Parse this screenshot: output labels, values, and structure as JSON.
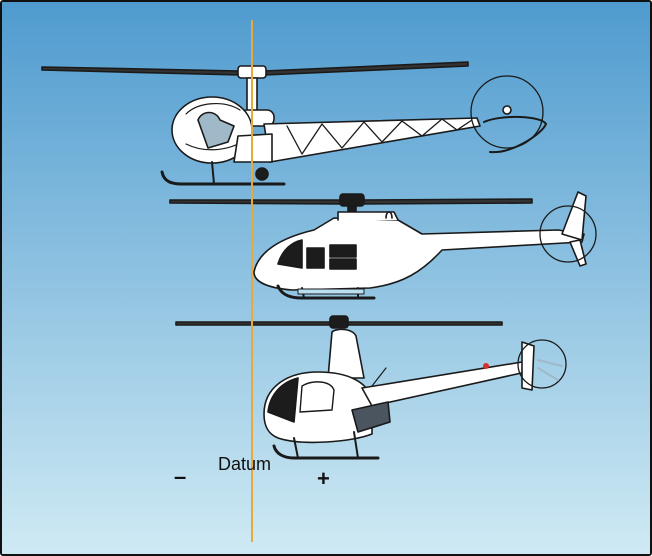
{
  "labels": {
    "datum": "Datum",
    "minus": "–",
    "plus": "+"
  },
  "colors": {
    "sky_top": "#4f9bcf",
    "sky_bottom": "#cfeaf4",
    "datum_line": "#e8a93b",
    "body": "#ffffff",
    "outline": "#1a1a1a",
    "glass": "#b9dff0",
    "dark": "#1c1c1c",
    "engine": "#4a5560",
    "beacon": "#d9302b"
  },
  "icons": [
    "bell-47-helicopter",
    "jetranger-helicopter",
    "robinson-r22-helicopter"
  ]
}
